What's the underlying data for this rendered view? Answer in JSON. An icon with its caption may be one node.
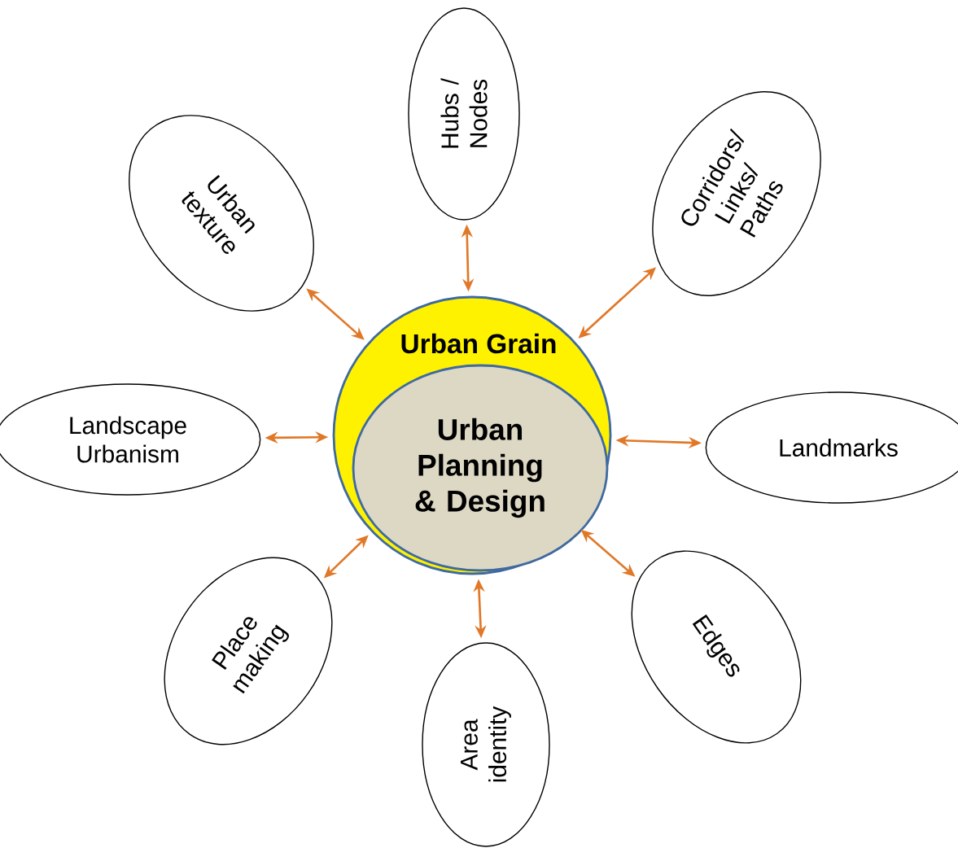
{
  "diagram": {
    "nodes": [
      {
        "text": [
          "Urban Grain"
        ]
      },
      {
        "text": [
          "Urban Planning & Design"
        ],
        "in": 0
      },
      {
        "text": [
          "Urban texture"
        ]
      },
      {
        "text": [
          "Hubs / Nodes"
        ]
      },
      {
        "text": [
          "Corridors/ Links/ Paths"
        ]
      },
      {
        "text": [
          "Landscape Urbanism"
        ]
      },
      {
        "text": [
          "Landmarks"
        ]
      },
      {
        "text": [
          "Place making"
        ]
      },
      {
        "text": [
          "Area identity"
        ]
      },
      {
        "text": [
          "Edges"
        ]
      }
    ],
    "edges": [
      {
        "from": 2,
        "to": 0,
        "arrow": "both"
      },
      {
        "from": 3,
        "to": 0,
        "arrow": "both"
      },
      {
        "from": 4,
        "to": 0,
        "arrow": "both"
      },
      {
        "from": 5,
        "to": 0,
        "arrow": "both"
      },
      {
        "from": 6,
        "to": 0,
        "arrow": "both"
      },
      {
        "from": 7,
        "to": 0,
        "arrow": "both"
      },
      {
        "from": 8,
        "to": 0,
        "arrow": "both"
      },
      {
        "from": 9,
        "to": 0,
        "arrow": "both"
      }
    ]
  }
}
